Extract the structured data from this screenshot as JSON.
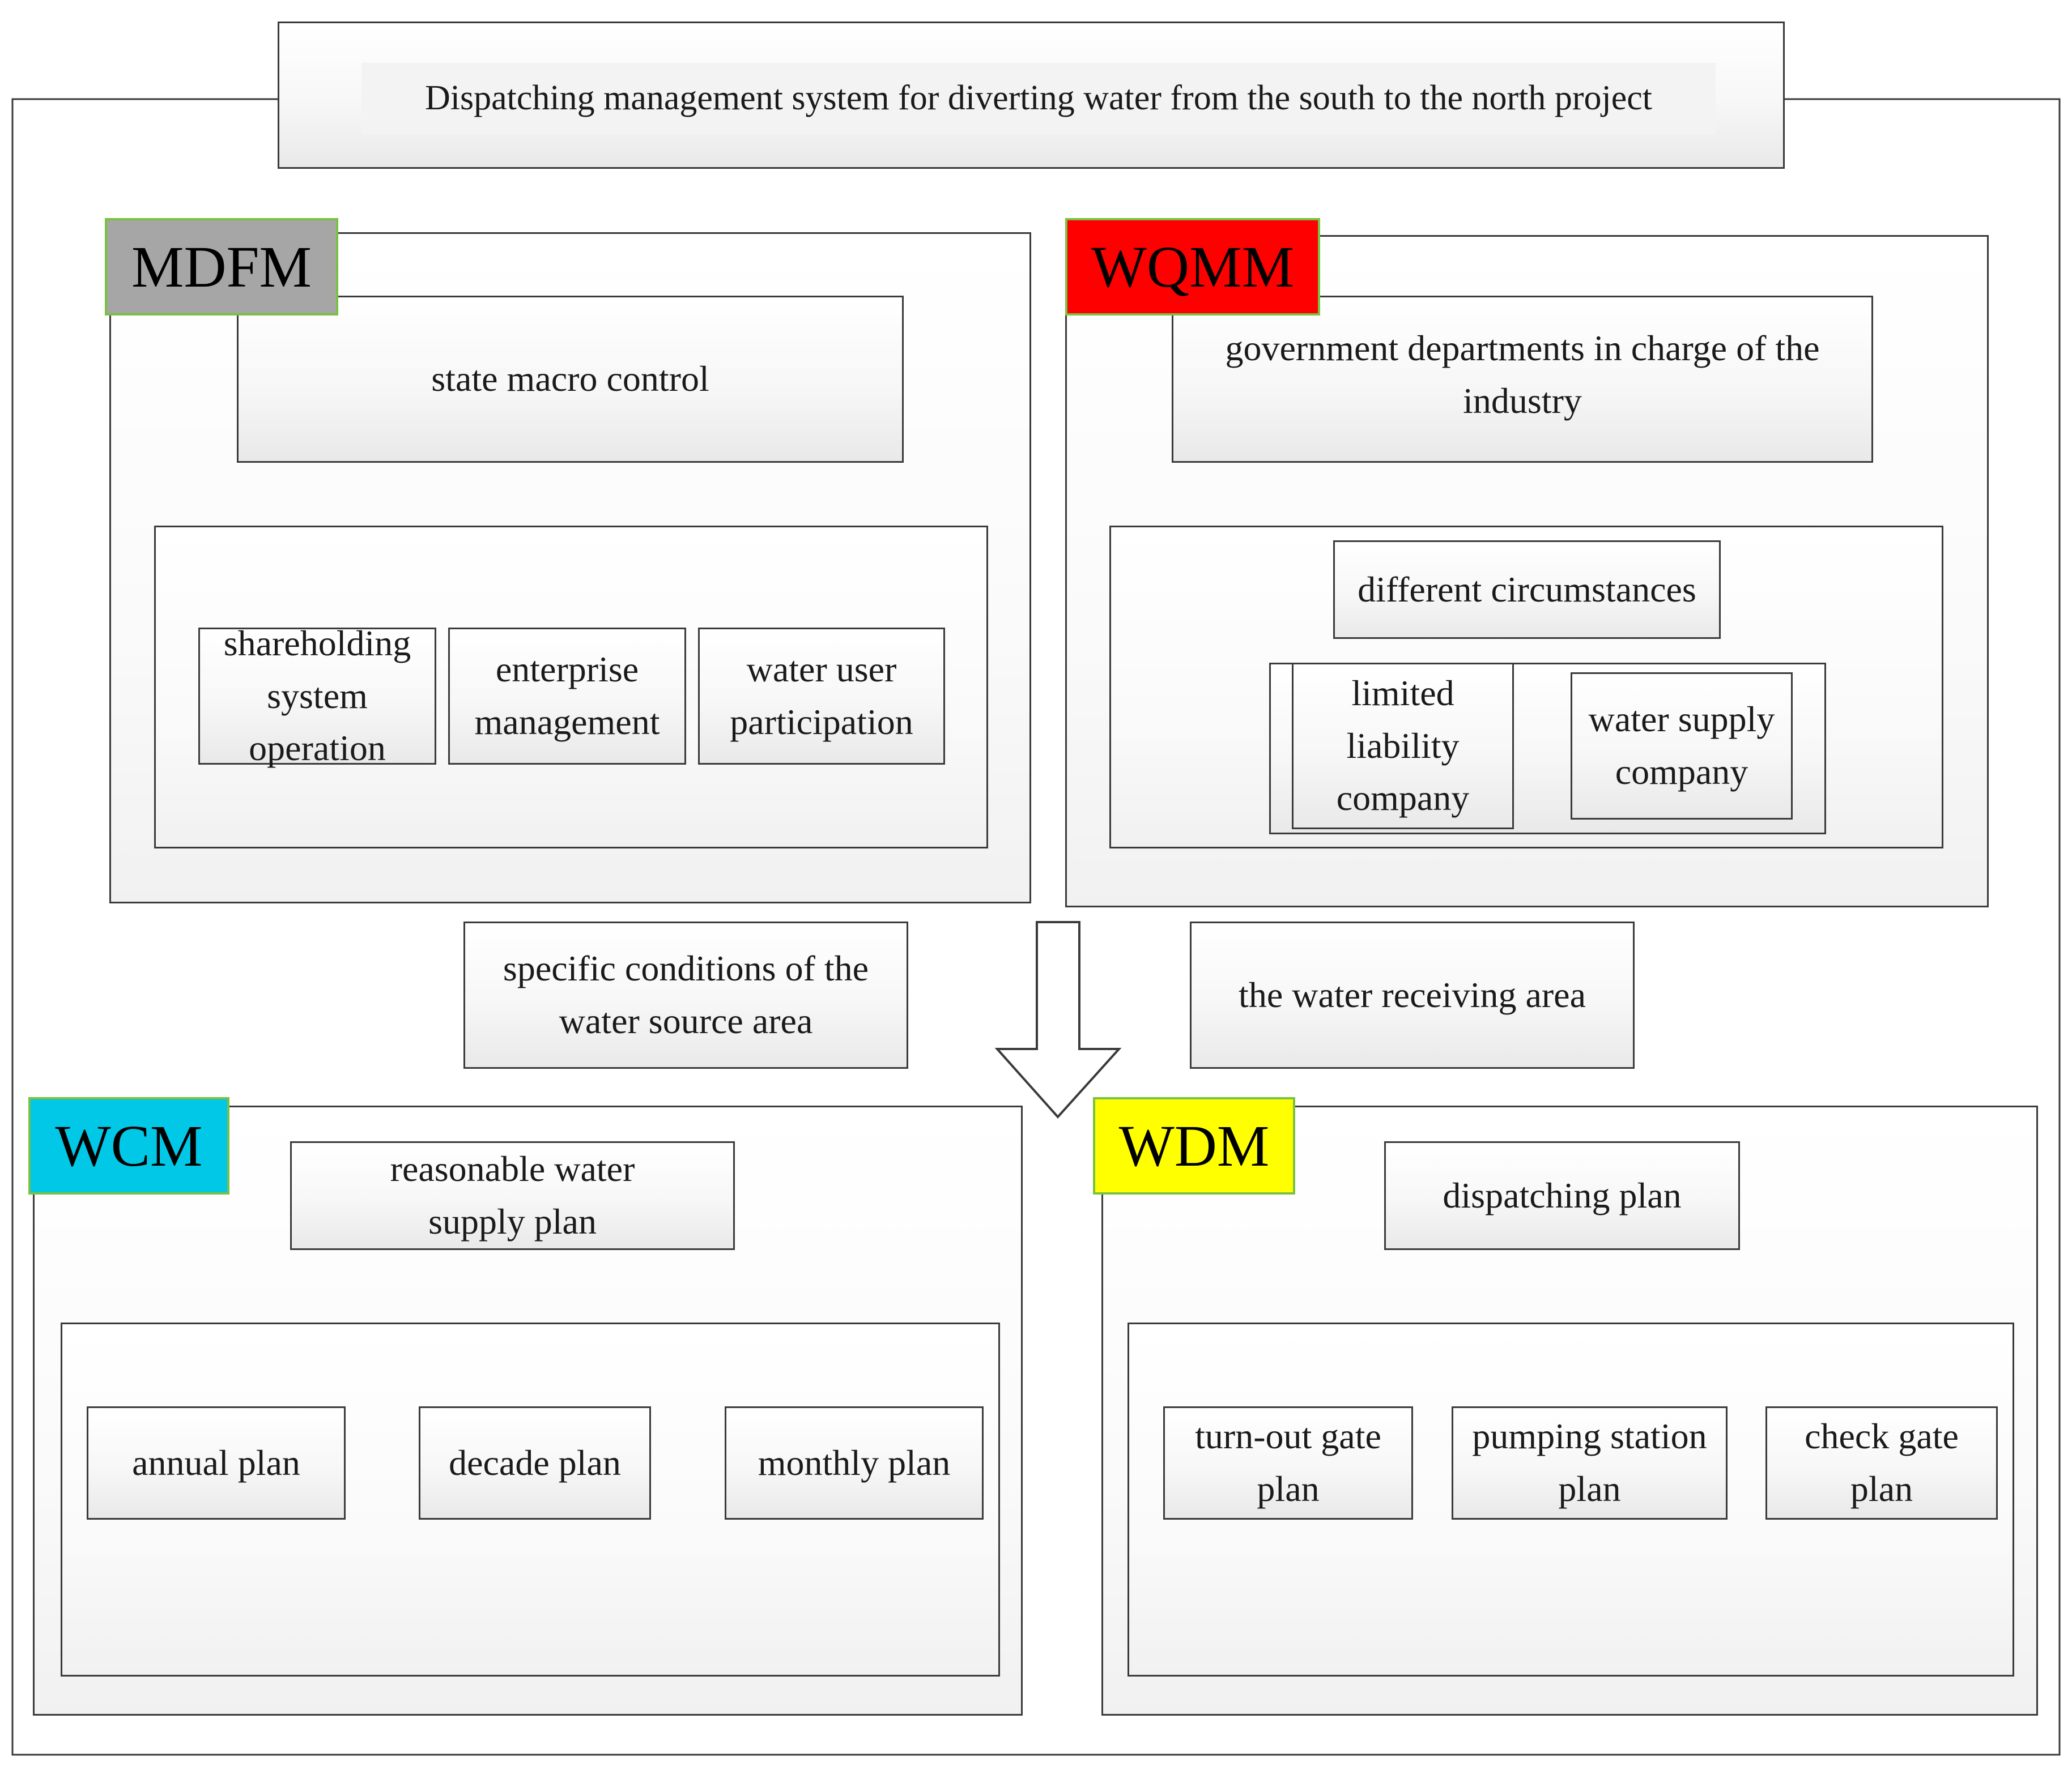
{
  "title": "Dispatching management system for diverting water from the south to the north project",
  "modules": {
    "mdfm": {
      "tag": "MDFM",
      "tag_color": "#a6a6a6",
      "top": "state macro control",
      "items": [
        "shareholding system operation",
        "enterprise management",
        "water user participation"
      ]
    },
    "wqmm": {
      "tag": "WQMM",
      "tag_color": "#ff0000",
      "top": "government departments in charge of the industry",
      "sub": "different circumstances",
      "items": [
        "limited liability company",
        "water supply company"
      ]
    },
    "wcm": {
      "tag": "WCM",
      "tag_color": "#00c8e6",
      "top": "reasonable water supply plan",
      "items": [
        "annual plan",
        "decade plan",
        "monthly plan"
      ]
    },
    "wdm": {
      "tag": "WDM",
      "tag_color": "#ffff00",
      "top": "dispatching plan",
      "items": [
        "turn-out gate plan",
        "pumping station plan",
        "check gate plan"
      ]
    }
  },
  "middle": {
    "left": "specific conditions of the water source area",
    "right": "the water receiving area"
  }
}
